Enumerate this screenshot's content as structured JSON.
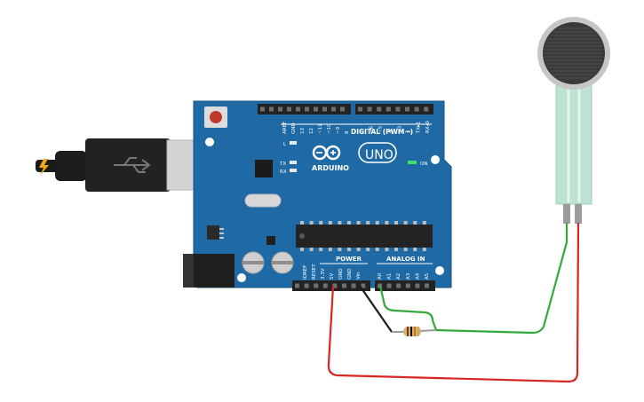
{
  "board": {
    "brand": "ARDUINO",
    "model": "UNO",
    "digital_header_label": "DIGITAL (PWM~)",
    "power_header_label": "POWER",
    "analog_header_label": "ANALOG IN",
    "on_led_label": "ON",
    "led_l_label": "L",
    "led_tx_label": "TX",
    "led_rx_label": "RX",
    "digital_pins_left": [
      "AREF",
      "GND",
      "13",
      "12",
      "~11",
      "~10",
      "~9",
      "8"
    ],
    "digital_pins_right": [
      "7",
      "~6",
      "~5",
      "4",
      "~3",
      "2",
      "TX▸1",
      "RX◂0"
    ],
    "power_pins": [
      "IOREF",
      "RESET",
      "3.3V",
      "5V",
      "GND",
      "GND",
      "Vin"
    ],
    "analog_pins": [
      "A0",
      "A1",
      "A2",
      "A3",
      "A4",
      "A5"
    ]
  },
  "colors": {
    "board": "#1f6aa5",
    "board_dark": "#17578a",
    "header": "#232323",
    "wire_red": "#d72626",
    "wire_green": "#36a83b",
    "wire_black": "#1c1c1c",
    "sensor_strip": "#bfe3d2"
  },
  "components": {
    "usb_cable": "usb-cable",
    "barrel_jack": "dc-barrel-jack",
    "resistor": "resistor",
    "force_sensor": "force-sensitive-resistor"
  },
  "icons": {
    "usb": "usb-icon",
    "lightning": "lightning-icon",
    "infinity_logo": "arduino-infinity-logo"
  }
}
